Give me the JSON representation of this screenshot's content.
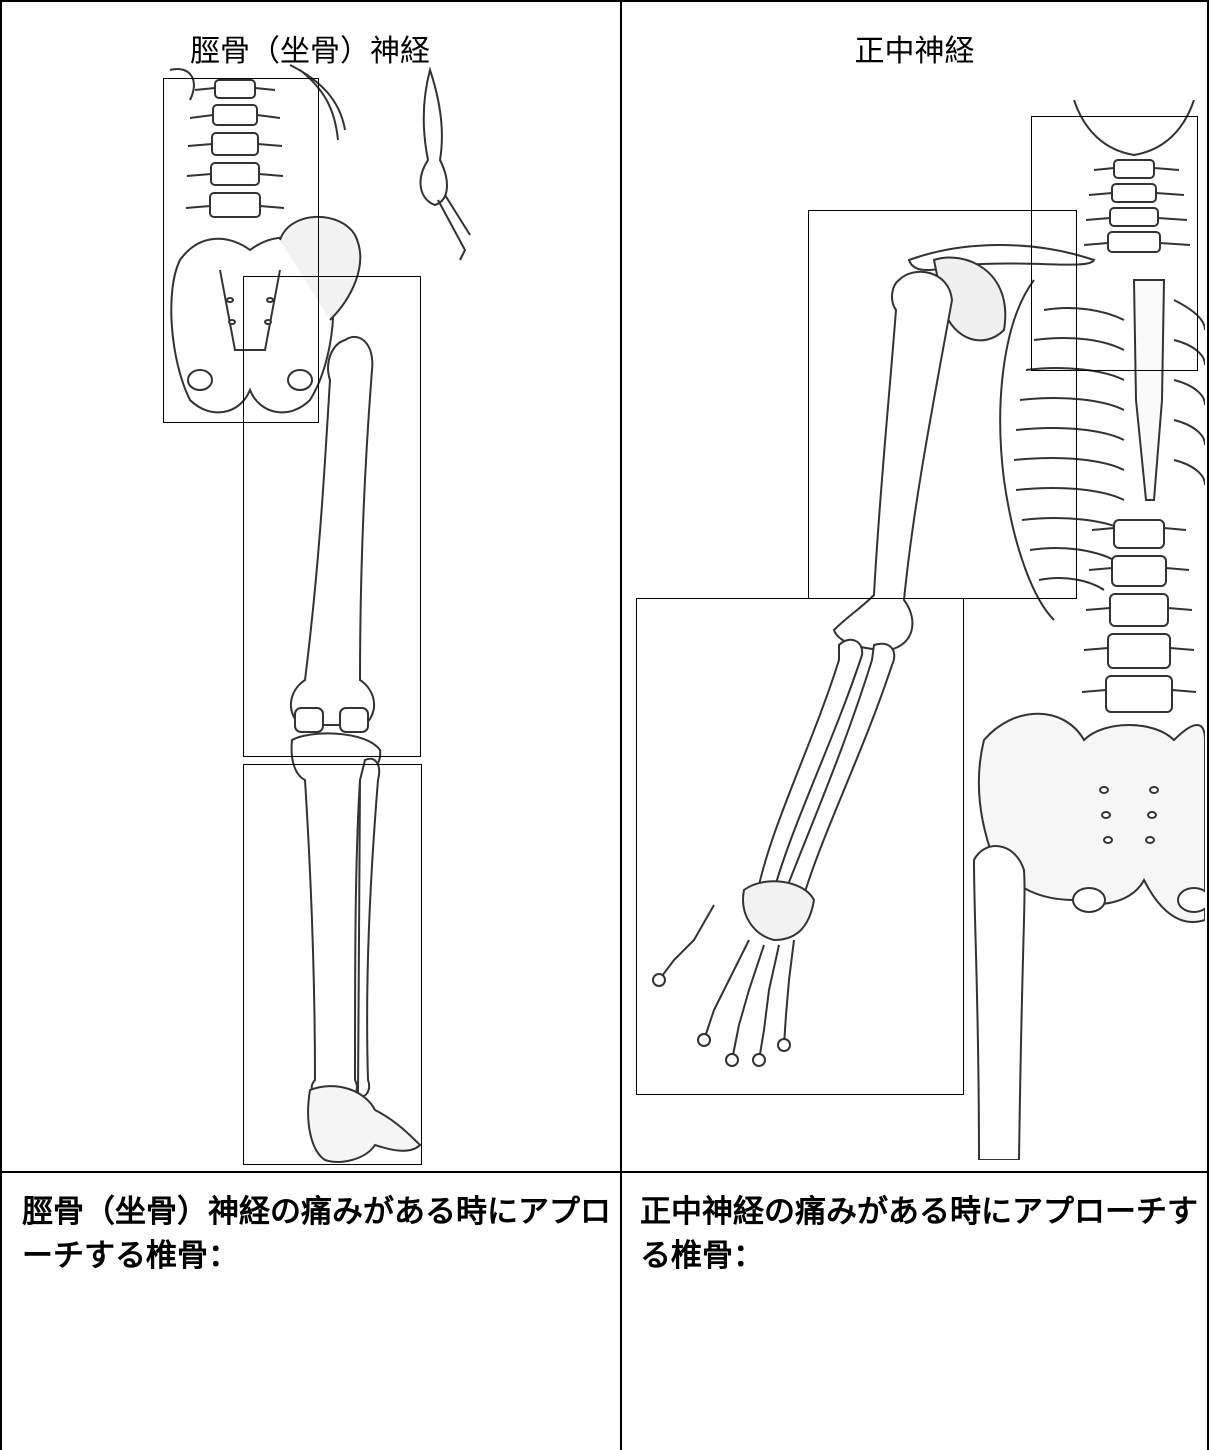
{
  "left_column": {
    "title": "脛骨（坐骨）神経",
    "question": "脛骨（坐骨）神経の痛みがある時にアプローチする椎骨："
  },
  "right_column": {
    "title": "正中神経",
    "question": "正中神経の痛みがある時にアプローチする椎骨："
  },
  "colors": {
    "line": "#000000",
    "bone_fill": "#ffffff",
    "bone_shade": "#e8e8e8",
    "stroke": "#333333"
  }
}
